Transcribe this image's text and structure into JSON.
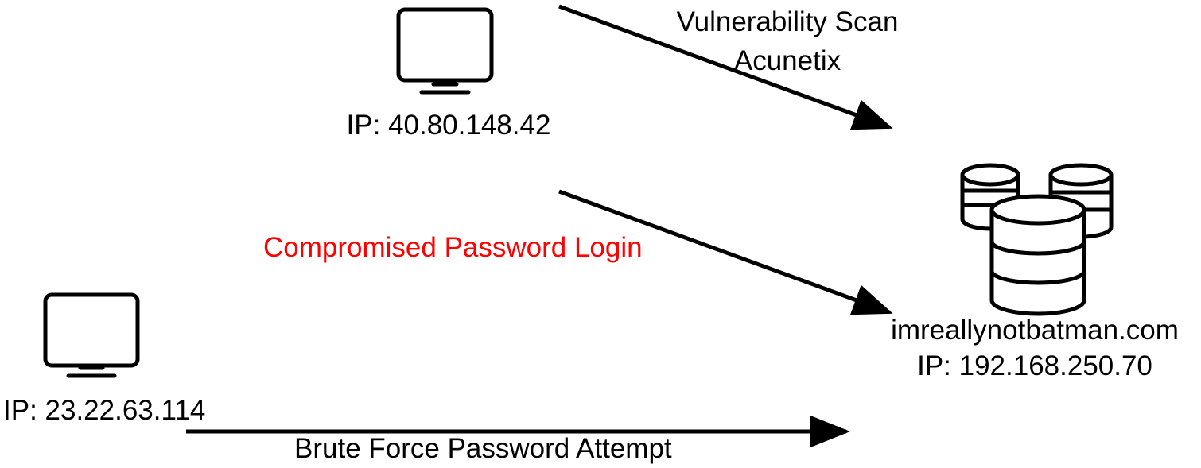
{
  "nodes": {
    "scanner": {
      "ip_label": "IP: 40.80.148.42",
      "icon": "monitor-icon"
    },
    "attacker": {
      "ip_label": "IP: 23.22.63.114",
      "icon": "monitor-icon"
    },
    "server": {
      "hostname": "imreallynotbatman.com",
      "ip_label": "IP: 192.168.250.70",
      "icon": "database-servers-icon"
    }
  },
  "edges": {
    "scan": {
      "line1": "Vulnerability Scan",
      "line2": "Acunetix"
    },
    "compromised_login": {
      "label": "Compromised Password Login",
      "color": "#ff0000"
    },
    "brute_force": {
      "label": "Brute Force Password Attempt"
    }
  },
  "colors": {
    "stroke": "#000000",
    "highlight": "#ff0000",
    "background": "#ffffff"
  }
}
